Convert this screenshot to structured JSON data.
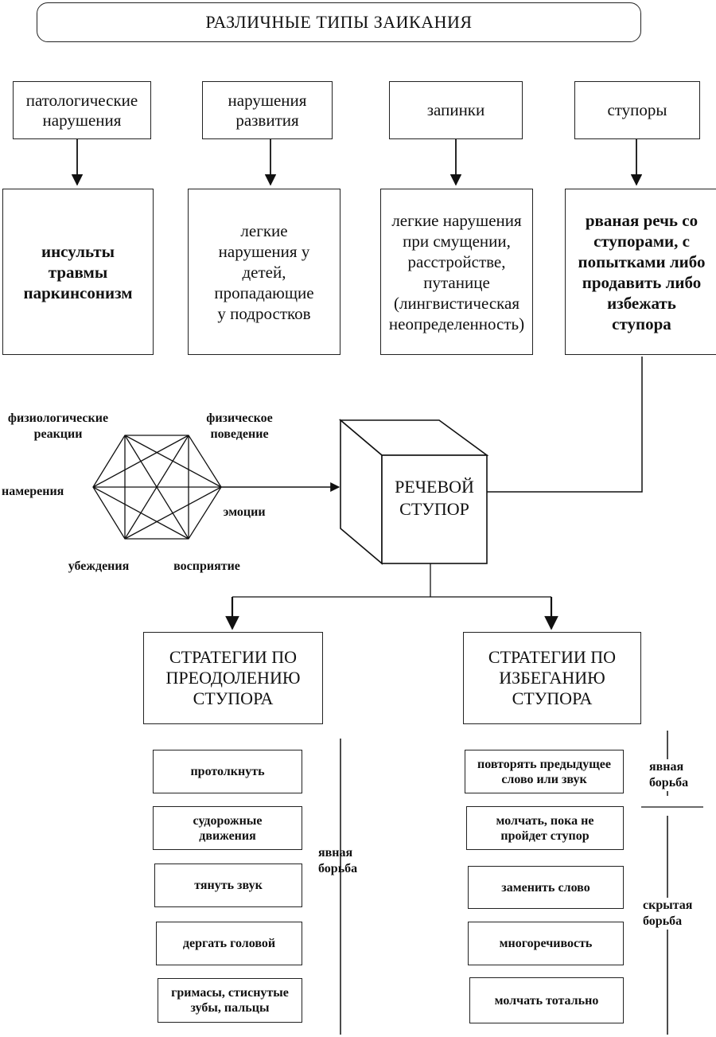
{
  "title": "РАЗЛИЧНЫЕ  ТИПЫ  ЗАИКАНИЯ",
  "categories": [
    {
      "label": "патологические нарушения",
      "desc": "инсульты травмы паркинсонизм"
    },
    {
      "label": "нарушения развития",
      "desc": "легкие нарушения у детей, пропадающие у подростков"
    },
    {
      "label": "запинки",
      "desc": "легкие нарушения при смущении, расстройстве, путанице (лингвистическая неопределенность)"
    },
    {
      "label": "ступоры",
      "desc": "рваная речь со ступорами, с попытками либо продавить либо избежать ступора"
    }
  ],
  "hexagon_labels": {
    "physiological": "физиологические реакции",
    "physical": "физическое поведение",
    "intentions": "намерения",
    "emotions": "эмоции",
    "beliefs": "убеждения",
    "perception": "восприятие"
  },
  "stupor_label": "РЕЧЕВОЙ СТУПОР",
  "strategies": {
    "overcome": {
      "title": "СТРАТЕГИИ ПО ПРЕОДОЛЕНИЮ СТУПОРА",
      "items": [
        "протолкнуть",
        "судорожные движения",
        "тянуть  звук",
        "дергать головой",
        "гримасы, стиснутые зубы, пальцы"
      ],
      "side_label": "явная борьба"
    },
    "avoid": {
      "title": "СТРАТЕГИИ ПО ИЗБЕГАНИЮ СТУПОРА",
      "items": [
        "повторять предыдущее слово или звук",
        "молчать, пока не пройдет ступор",
        "заменить слово",
        "многоречивость",
        "молчать тотально"
      ],
      "side_label_open": "явная борьба",
      "side_label_hidden": "скрытая борьба"
    }
  }
}
